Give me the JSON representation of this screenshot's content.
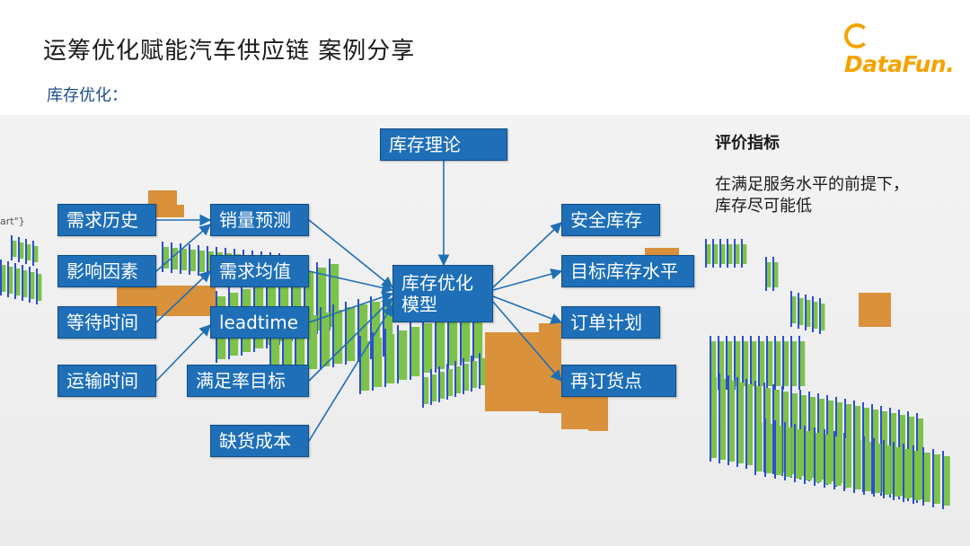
{
  "header": {
    "title": "运筹优化赋能汽车供应链 案例分享",
    "section_label": "库存优化：",
    "logo_text": "DataFun."
  },
  "diagram": {
    "theory": "库存理论",
    "model": "库存优化\n模型",
    "inputs": [
      "需求历史",
      "影响因素",
      "等待时间",
      "运输时间"
    ],
    "middle": [
      "销量预测",
      "需求均值",
      "leadtime",
      "满足率目标",
      "缺货成本"
    ],
    "outputs": [
      "安全库存",
      "目标库存水平",
      "订单计划",
      "再订货点"
    ]
  },
  "evaluation": {
    "title": "评价指标",
    "description": "在满足服务水平的前提下，库存尽可能低"
  },
  "background_fragment": "art\"}",
  "colors": {
    "box_fill": "#1e6fb8",
    "arrow": "#1f6fb5",
    "rack_green": "#7dc24a",
    "rack_blue": "#2a4fd0",
    "box_orange": "#d9913b"
  }
}
